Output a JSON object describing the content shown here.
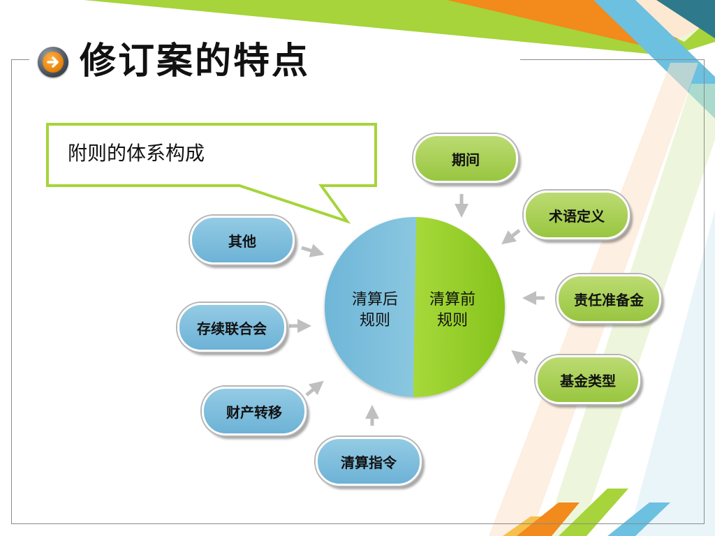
{
  "slide": {
    "title": "修订案的特点",
    "callout": "附则的体系构成"
  },
  "center": {
    "left_label": "清算后\n规则",
    "left_line1": "清算后",
    "left_line2": "规则",
    "right_line1": "清算前",
    "right_line2": "规则",
    "left_color": "#7bbcdc",
    "right_color": "#9dd12c"
  },
  "items": {
    "qijian": "期间",
    "shuyu": "术语定义",
    "zeren": "责任准备金",
    "jijin": "基金类型",
    "qingsuan_zhiling": "清算指令",
    "caichan": "财产转移",
    "cunxu": "存续联合会",
    "qita": "其他"
  },
  "colors": {
    "blue_pill": "#7dbedd",
    "green_pill": "#a8cf55",
    "arrow": "#bfbfbf",
    "callout_border": "#a6d43a"
  }
}
